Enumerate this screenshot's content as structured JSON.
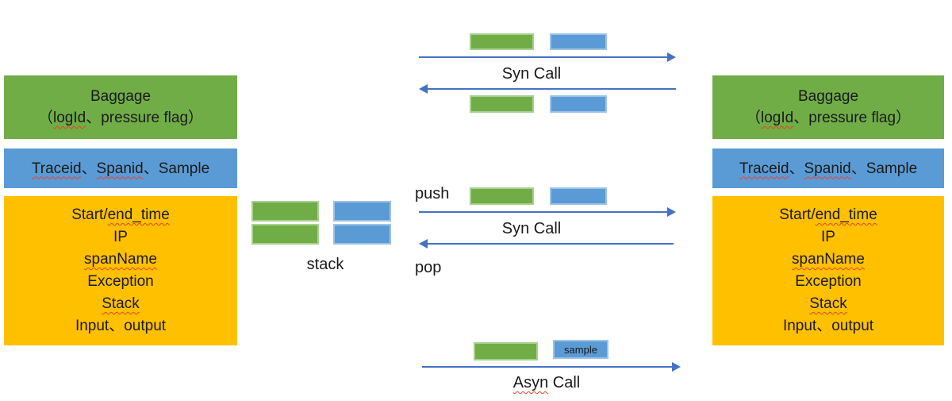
{
  "colors": {
    "green": "#70AD47",
    "greenBorder": "#A9D18E",
    "blue": "#5B9BD5",
    "blueBorder": "#9DC3E6",
    "orange": "#FFC000",
    "arrow": "#4472C4",
    "squiggle": "#E8412C",
    "text": "#1A1A1A"
  },
  "panels": {
    "left": {
      "baggage": {
        "title": "Baggage",
        "open": "（",
        "logid": "logId",
        "rest": "、pressure flag）"
      },
      "trace": {
        "traceid": "Traceid",
        "sep1": "、",
        "spanid": "Spanid",
        "sep2": "、",
        "sample": "Sample"
      },
      "span": {
        "start": "Start/",
        "endtime": "end_time",
        "ip": "IP",
        "spanname": "spanName",
        "exception": "Exception",
        "stack": "Stack",
        "io": "Input、output"
      }
    },
    "right": {
      "baggage": {
        "title": "Baggage",
        "open": "（",
        "logid": "logId",
        "rest": "、pressure flag）"
      },
      "trace": {
        "traceid": "Traceid",
        "sep1": "、",
        "spanid": "Spanid",
        "sep2": "、",
        "sample": "Sample"
      },
      "span": {
        "start": "Start/",
        "endtime": "end_time",
        "ip": "IP",
        "spanname": "spanName",
        "exception": "Exception",
        "stack": "Stack",
        "io": "Input、output"
      }
    }
  },
  "middle": {
    "stack_label": "stack",
    "push_label": "push",
    "pop_label": "pop",
    "syn_call_top": "Syn Call",
    "syn_call_mid": "Syn Call",
    "asyn_prefix": "Asyn",
    "asyn_suffix": " Call",
    "sample_label": "sample"
  }
}
